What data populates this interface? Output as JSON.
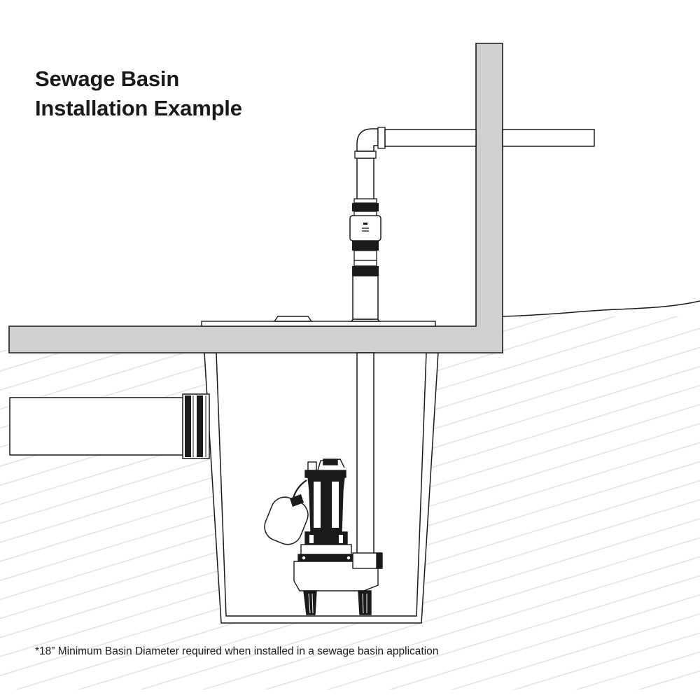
{
  "title": {
    "line1": "Sewage Basin",
    "line2": "Installation Example"
  },
  "footnote": "*18” Minimum Basin Diameter required when installed in a sewage basin application",
  "colors": {
    "outline": "#1a1a1a",
    "concrete": "#d0d0d0",
    "soil_hatch": "#e2e2e2",
    "background": "#ffffff"
  }
}
